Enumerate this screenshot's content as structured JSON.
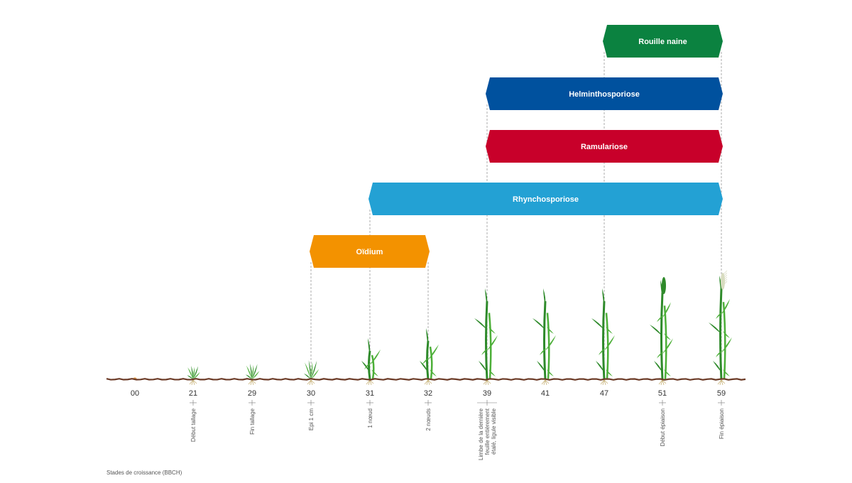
{
  "axis_title": "Stades de croissance (BBCH)",
  "stages": [
    {
      "code": "00",
      "name": []
    },
    {
      "code": "21",
      "name": [
        "Début tallage"
      ]
    },
    {
      "code": "29",
      "name": [
        "Fin tallage"
      ]
    },
    {
      "code": "30",
      "name": [
        "Epi 1 cm"
      ]
    },
    {
      "code": "31",
      "name": [
        "1 nœud"
      ]
    },
    {
      "code": "32",
      "name": [
        "2 nœuds"
      ]
    },
    {
      "code": "39",
      "name": [
        "Limbe de la dernière",
        "feuille entièrement",
        "étalé, ligule visible"
      ]
    },
    {
      "code": "41",
      "name": []
    },
    {
      "code": "47",
      "name": []
    },
    {
      "code": "51",
      "name": [
        "Début épiaison"
      ]
    },
    {
      "code": "59",
      "name": [
        "Fin épiaison"
      ]
    }
  ],
  "diseases": [
    {
      "label": "Rouille naine",
      "from": "47",
      "to": "59",
      "color": "#0b8240"
    },
    {
      "label": "Helminthosporiose",
      "from": "39",
      "to": "59",
      "color": "#00519e"
    },
    {
      "label": "Ramulariose",
      "from": "39",
      "to": "59",
      "color": "#c8002a"
    },
    {
      "label": "Rhynchosporiose",
      "from": "31",
      "to": "59",
      "color": "#23a1d4"
    },
    {
      "label": "Oïdium",
      "from": "30",
      "to": "32",
      "color": "#f39200"
    }
  ],
  "colors": {
    "ground": "#6b3a26",
    "plant": "#4caf38",
    "plant_dark": "#2e8a2a",
    "root": "#c9b37a",
    "seed": "#e0a050",
    "ear": "#d8dcc0",
    "guide": "#9a9a9a"
  },
  "icons": [
    "seed-icon",
    "plant-icon"
  ]
}
